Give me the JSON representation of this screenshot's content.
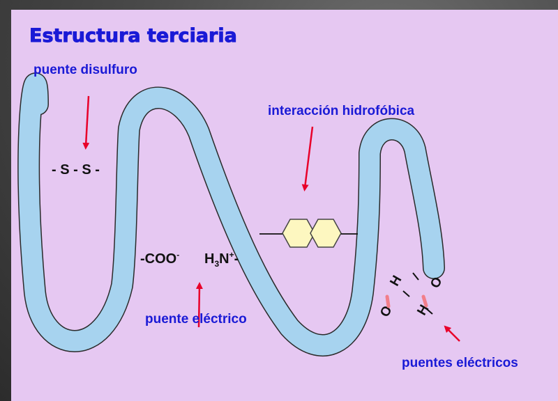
{
  "title": "Estructura terciaria",
  "labels": {
    "disulfide_bridge": "puente disulfuro",
    "hydrophobic_interaction": "interacción hidrofóbica",
    "electric_bridge": "puente eléctrico",
    "electric_bridges": "puentes eléctricos"
  },
  "chemistry": {
    "disulfide": "- S - S -",
    "carboxylate": "-COO",
    "carboxylate_charge": "-",
    "amino_h": "H",
    "amino_sub": "3",
    "amino_n": "N",
    "amino_charge": "+",
    "amino_tail": "-",
    "hydroxyl_o": "O",
    "hydroxyl_h": "H",
    "bond_dash": "—"
  },
  "colors": {
    "background": "#e6c8f2",
    "chain_fill": "#a7d3ef",
    "chain_outline": "#2a2a2a",
    "label_blue": "#1a1ad6",
    "arrow_red": "#e8002a",
    "hexagon_fill": "#fdf7c0"
  },
  "icons": {
    "arrow": "red-arrow-icon",
    "ring": "hexagon-ring-icon"
  }
}
